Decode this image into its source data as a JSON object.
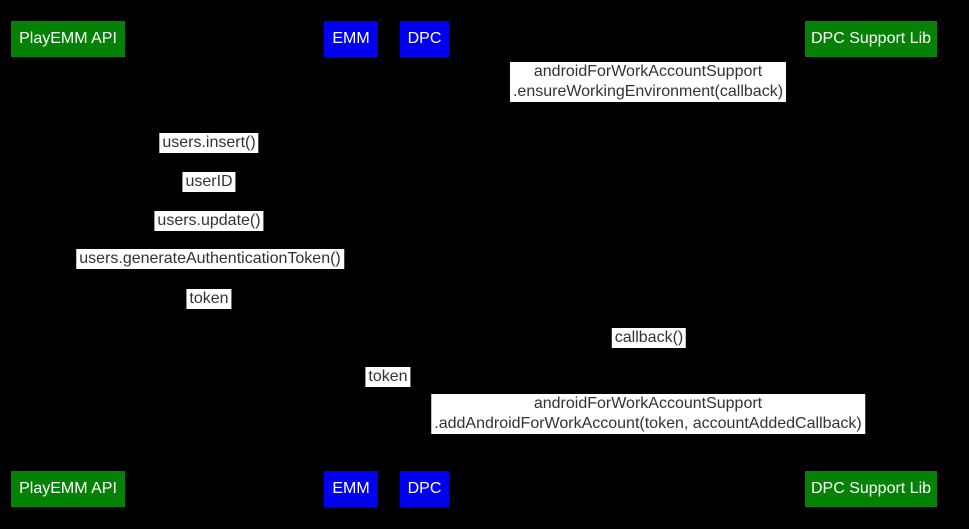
{
  "diagram": {
    "type": "sequence-diagram",
    "background_color": "#000000",
    "colors": {
      "actor_green": "#058105",
      "actor_blue": "#0000ee",
      "actor_text": "#ffffff",
      "message_background": "#ffffff",
      "message_text": "#333333"
    },
    "actors": [
      {
        "label": "PlayEMM API",
        "color": "green"
      },
      {
        "label": "EMM",
        "color": "blue"
      },
      {
        "label": "DPC",
        "color": "blue"
      },
      {
        "label": "DPC Support Lib",
        "color": "green"
      }
    ],
    "messages": [
      {
        "lines": [
          "androidForWorkAccountSupport",
          ".ensureWorkingEnvironment(callback)"
        ]
      },
      {
        "lines": [
          "users.insert()"
        ]
      },
      {
        "lines": [
          "userID"
        ]
      },
      {
        "lines": [
          "users.update()"
        ]
      },
      {
        "lines": [
          "users.generateAuthenticationToken()"
        ]
      },
      {
        "lines": [
          "token"
        ]
      },
      {
        "lines": [
          "callback()"
        ]
      },
      {
        "lines": [
          "token"
        ]
      },
      {
        "lines": [
          "androidForWorkAccountSupport",
          ".addAndroidForWorkAccount(token, accountAddedCallback)"
        ]
      }
    ]
  }
}
